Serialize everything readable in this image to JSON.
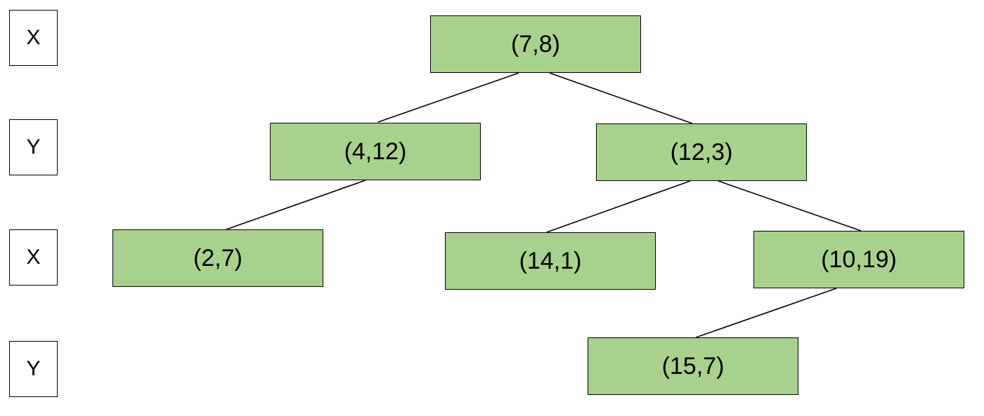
{
  "axis_labels": [
    "X",
    "Y",
    "X",
    "Y"
  ],
  "nodes": {
    "n78": "(7,8)",
    "n412": "(4,12)",
    "n123": "(12,3)",
    "n27": "(2,7)",
    "n141": "(14,1)",
    "n1019": "(10,19)",
    "n157": "(15,7)"
  },
  "colors": {
    "node_fill": "#a9d18e",
    "border": "#000000"
  }
}
